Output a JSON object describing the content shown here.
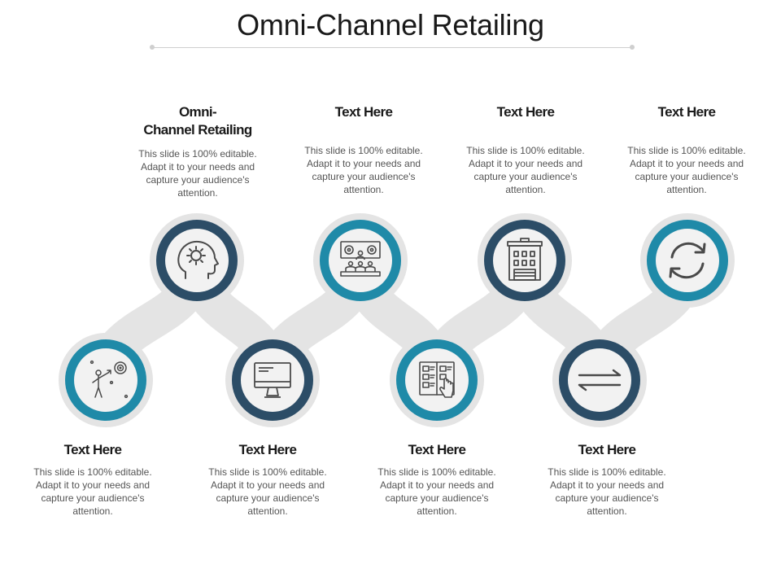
{
  "title": "Omni-Channel Retailing",
  "colors": {
    "teal": "#1f8aa8",
    "navy": "#2c4d67",
    "track": "#e4e4e4",
    "inner": "#f2f2f2",
    "icon": "#4a4a4a"
  },
  "top_items": [
    {
      "heading": "Omni-\nChannel Retailing",
      "text": "This slide is 100% editable. Adapt it to your needs and capture your audience's attention.",
      "icon": "head-gear-icon",
      "ring": "navy"
    },
    {
      "heading": "Text Here",
      "text": "This slide is 100% editable. Adapt it to your needs and capture your audience's attention.",
      "icon": "meeting-presentation-icon",
      "ring": "teal"
    },
    {
      "heading": "Text Here",
      "text": "This slide is 100% editable. Adapt it to your needs and capture your audience's attention.",
      "icon": "building-icon",
      "ring": "navy"
    },
    {
      "heading": "Text Here",
      "text": "This slide is 100% editable. Adapt it to your needs and capture your audience's attention.",
      "icon": "refresh-cycle-icon",
      "ring": "teal"
    }
  ],
  "bottom_items": [
    {
      "heading": "Text Here",
      "text": "This slide is 100% editable. Adapt it to your needs and capture your audience's attention.",
      "icon": "target-aim-icon",
      "ring": "teal"
    },
    {
      "heading": "Text Here",
      "text": "This slide is 100% editable. Adapt it to your needs and capture your audience's attention.",
      "icon": "monitor-icon",
      "ring": "navy"
    },
    {
      "heading": "Text Here",
      "text": "This slide is 100% editable. Adapt it to your needs and capture your audience's attention.",
      "icon": "catalog-touch-icon",
      "ring": "teal"
    },
    {
      "heading": "Text Here",
      "text": "This slide is 100% editable. Adapt it to your needs and capture your audience's attention.",
      "icon": "exchange-arrows-icon",
      "ring": "navy"
    }
  ]
}
